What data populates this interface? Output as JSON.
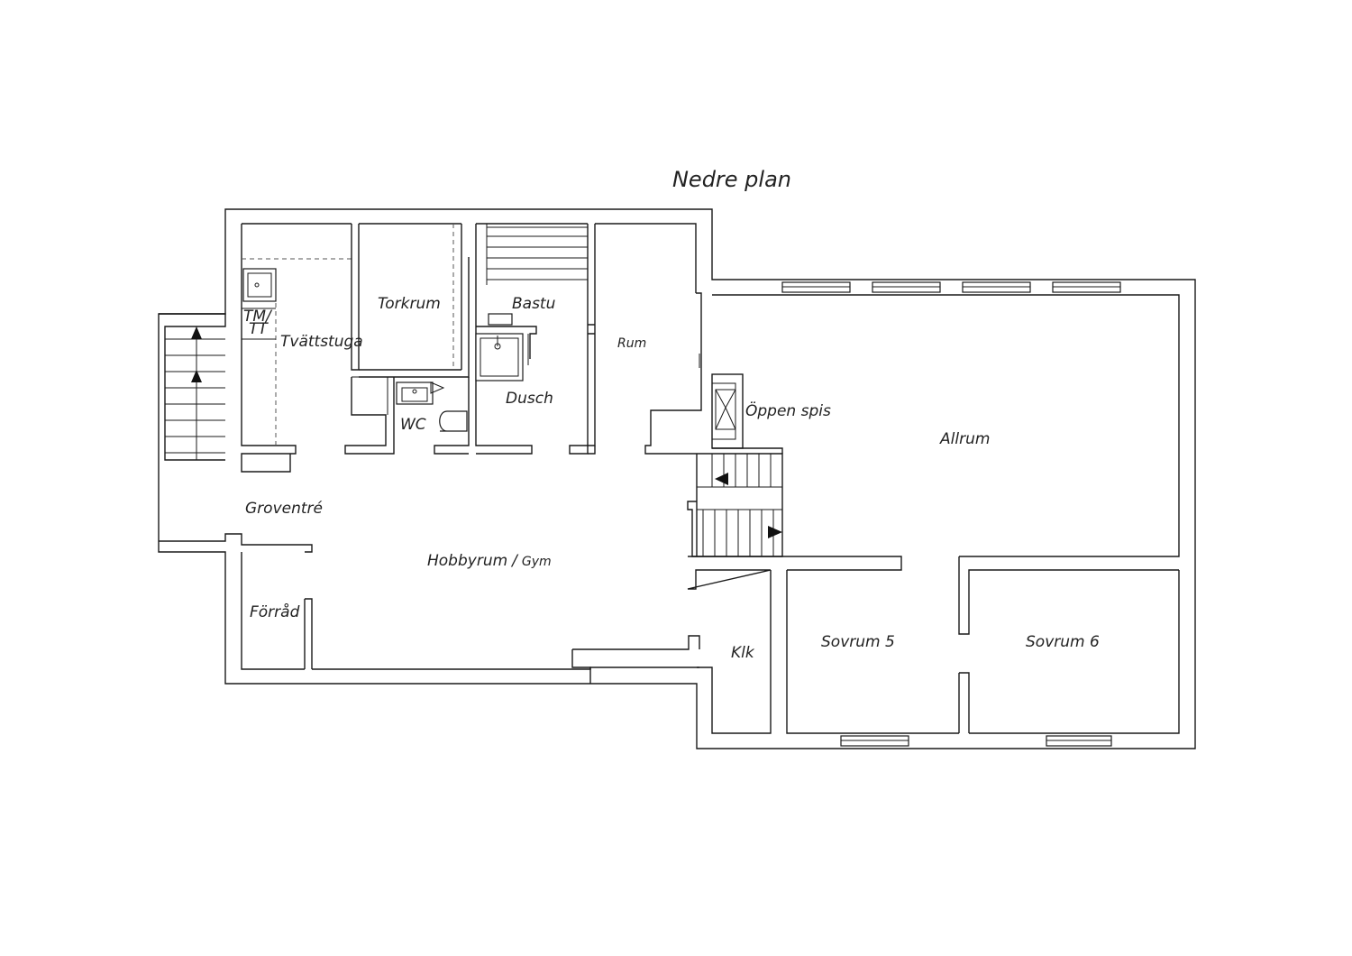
{
  "title": "Nedre plan",
  "rooms": {
    "tm_tt_top": "TM/",
    "tm_tt_bottom": "TT",
    "tvattstuga": "Tvättstuga",
    "torkrum": "Torkrum",
    "bastu": "Bastu",
    "dusch": "Dusch",
    "wc": "WC",
    "rum": "Rum",
    "oppen_spis": "Öppen spis",
    "allrum": "Allrum",
    "groventre": "Groventré",
    "hobbyrum": "Hobbyrum",
    "hobbyrum_sep": "/",
    "gym": "Gym",
    "forrad": "Förråd",
    "klk": "Klk",
    "sovrum5": "Sovrum 5",
    "sovrum6": "Sovrum 6"
  },
  "colors": {
    "line": "#1a1a1a",
    "background": "#ffffff"
  }
}
